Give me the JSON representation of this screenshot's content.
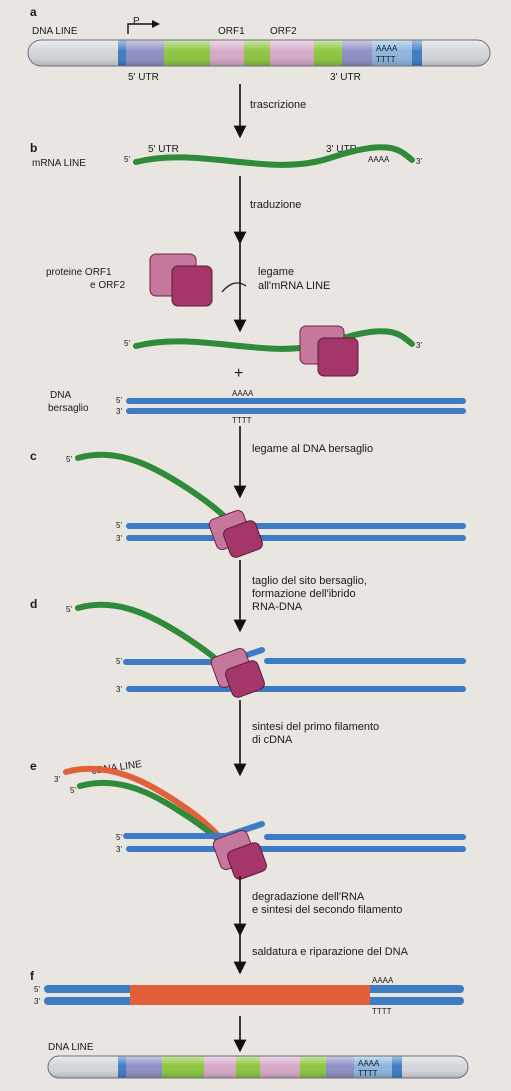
{
  "panels": {
    "a": "a",
    "b": "b",
    "c": "c",
    "d": "d",
    "e": "e",
    "f": "f"
  },
  "labels": {
    "dna_line_top": "DNA LINE",
    "promoter": "P",
    "orf1": "ORF1",
    "orf2": "ORF2",
    "utr5": "5' UTR",
    "utr3": "3' UTR",
    "mrna_line": "mRNA LINE",
    "mrna_utr5": "5' UTR",
    "mrna_utr3": "3' UTR",
    "proteins_line1": "proteine ORF1",
    "proteins_line2": "e ORF2",
    "binding_line1": "legame",
    "binding_line2": "all'mRNA LINE",
    "plus": "+",
    "target_dna_line1": "DNA",
    "target_dna_line2": "bersaglio",
    "cdna_line": "cDNA LINE",
    "dna_line_bottom": "DNA LINE",
    "end5": "5'",
    "end3": "3'",
    "polyA": "AAAA",
    "polyT": "TTTT"
  },
  "steps": {
    "transcription": [
      "trascrizione"
    ],
    "translation": [
      "traduzione"
    ],
    "target_binding": [
      "legame al DNA bersaglio"
    ],
    "cleavage": [
      "taglio del sito bersaglio,",
      "formazione dell'ibrido",
      "RNA-DNA"
    ],
    "first_strand": [
      "sintesi del primo filamento",
      "di cDNA"
    ],
    "degradation": [
      "degradazione dell'RNA",
      "e sintesi del secondo filamento"
    ],
    "repair": [
      "saldatura e riparazione del DNA"
    ]
  },
  "colors": {
    "dna_blue": "#3d7cc4",
    "rna_green": "#2f8a3a",
    "cdna_orange": "#e2603a",
    "protein_purple": "#a5366a",
    "orf_lime": "#8cc63f",
    "orf_pink": "#d6a9c8",
    "utr_lavender": "#8e8fc4",
    "element_light_blue": "#8bb6de",
    "element_grey": "#d3d6dc"
  }
}
